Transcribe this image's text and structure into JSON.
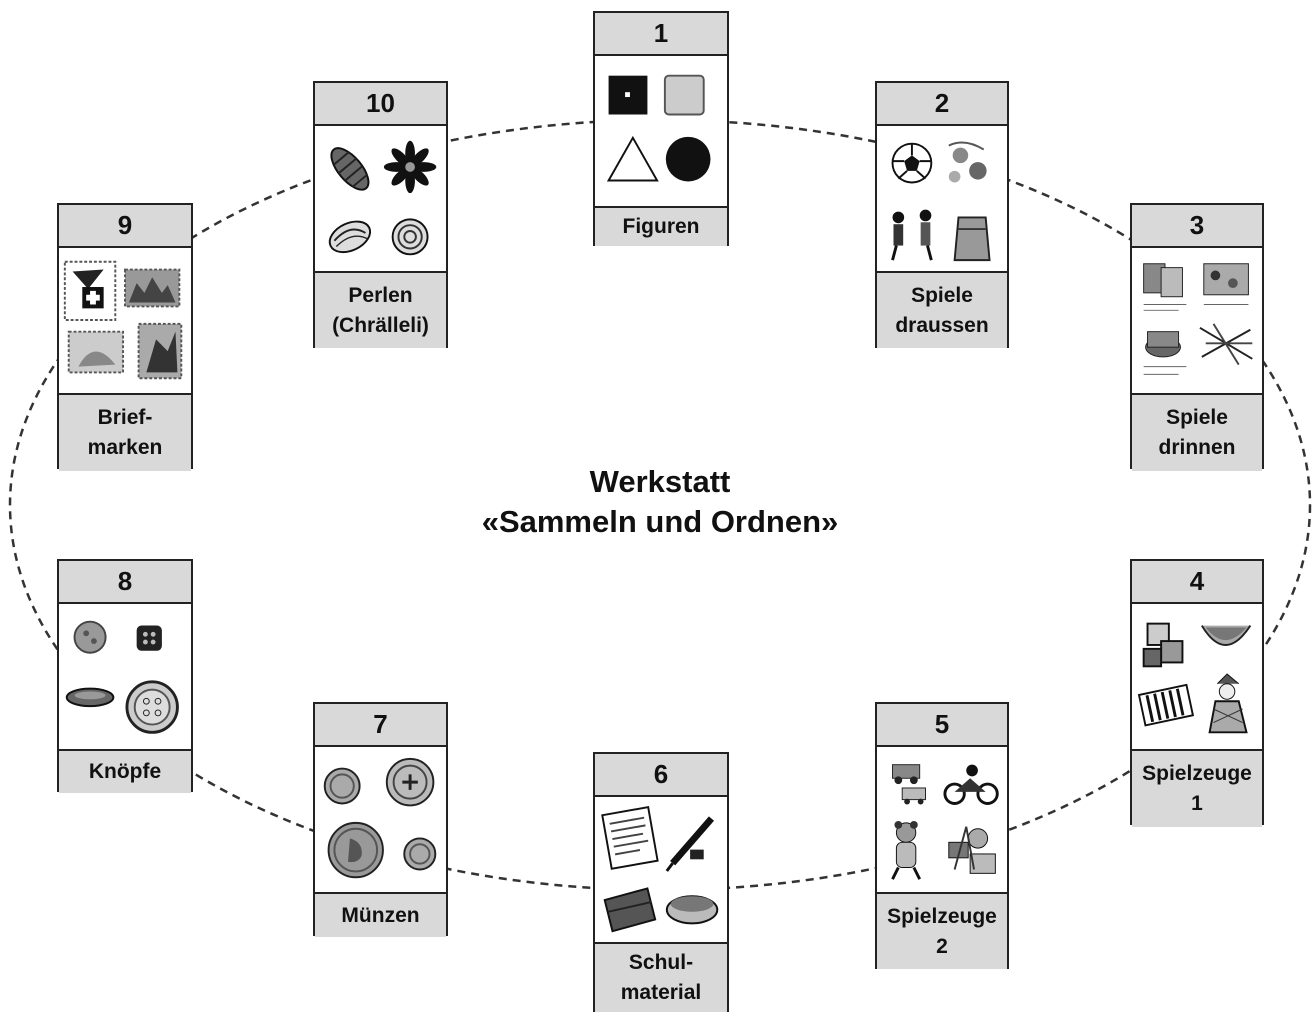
{
  "workshop": {
    "title_line1": "Werkstatt",
    "title_line2": "«Sammeln und Ordnen»"
  },
  "stations": [
    {
      "number": "1",
      "label_lines": [
        "Figuren"
      ],
      "icons": [
        "black-square-icon",
        "gray-square-icon",
        "triangle-icon",
        "black-circle-icon"
      ]
    },
    {
      "number": "2",
      "label_lines": [
        "Spiele",
        "draussen"
      ],
      "icons": [
        "soccer-ball-icon",
        "marbles-icon",
        "children-playing-icon",
        "sack-icon"
      ]
    },
    {
      "number": "3",
      "label_lines": [
        "Spiele",
        "drinnen"
      ],
      "icons": [
        "card-game-icon",
        "board-game-icon",
        "dice-cup-icon",
        "mikado-sticks-icon"
      ]
    },
    {
      "number": "4",
      "label_lines": [
        "Spielzeuge",
        "1"
      ],
      "icons": [
        "building-blocks-icon",
        "rocking-toy-icon",
        "xylophone-icon",
        "jester-puppet-icon"
      ]
    },
    {
      "number": "5",
      "label_lines": [
        "Spielzeuge",
        "2"
      ],
      "icons": [
        "toy-cars-icon",
        "motorcycle-icon",
        "teddy-figure-icon",
        "toy-pile-icon"
      ]
    },
    {
      "number": "6",
      "label_lines": [
        "Schul-",
        "material"
      ],
      "icons": [
        "notebook-page-icon",
        "pen-icon",
        "pencil-case-icon",
        "sandwich-box-icon"
      ]
    },
    {
      "number": "7",
      "label_lines": [
        "Münzen"
      ],
      "icons": [
        "coin-icon",
        "coin-icon",
        "portrait-coin-icon",
        "coin-icon"
      ]
    },
    {
      "number": "8",
      "label_lines": [
        "Knöpfe"
      ],
      "icons": [
        "round-button-icon",
        "square-button-icon",
        "oval-button-icon",
        "four-hole-button-icon"
      ]
    },
    {
      "number": "9",
      "label_lines": [
        "Brief-",
        "marken"
      ],
      "icons": [
        "stamp-icon",
        "stamp-icon",
        "stamp-icon",
        "stamp-icon"
      ]
    },
    {
      "number": "10",
      "label_lines": [
        "Perlen",
        "(Chrälleli)"
      ],
      "icons": [
        "bead-icon",
        "flower-bead-icon",
        "shell-bead-icon",
        "spiral-bead-icon"
      ]
    }
  ]
}
